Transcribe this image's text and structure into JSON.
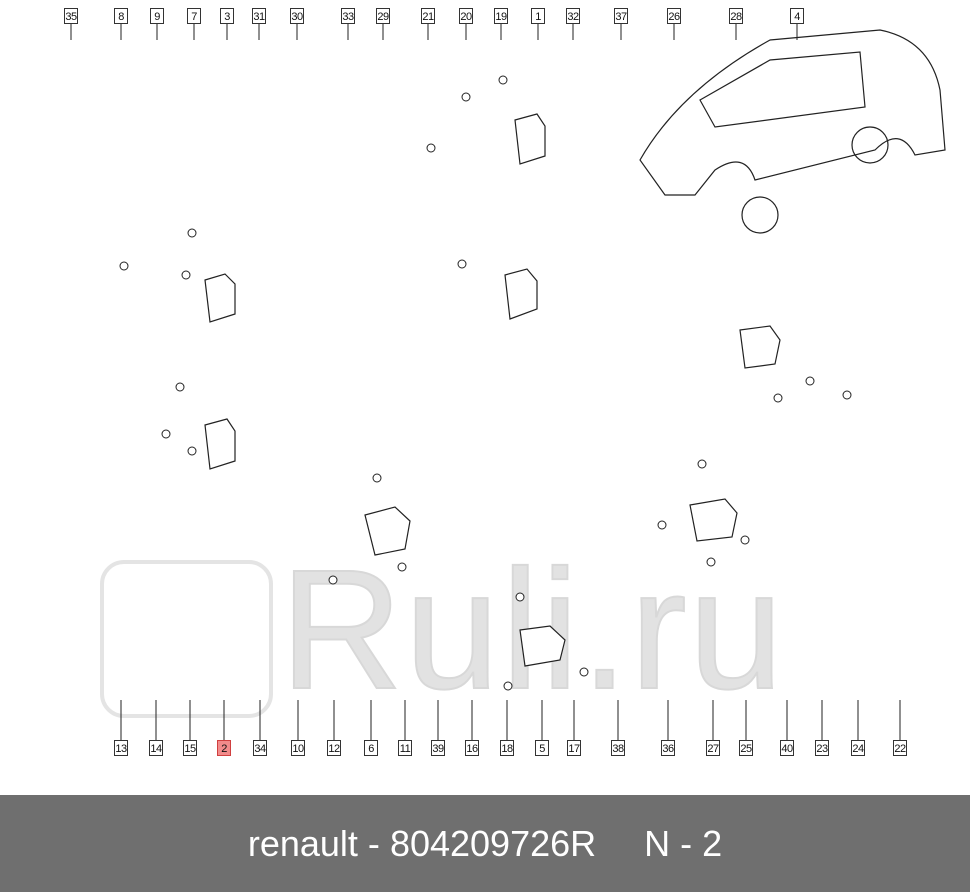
{
  "diagram": {
    "top_callouts": [
      "35",
      "8",
      "9",
      "7",
      "3",
      "31",
      "30",
      "33",
      "29",
      "21",
      "20",
      "19",
      "1",
      "32",
      "37",
      "26",
      "28",
      "4"
    ],
    "bottom_callouts": [
      "13",
      "14",
      "15",
      "2",
      "34",
      "10",
      "12",
      "6",
      "11",
      "39",
      "16",
      "18",
      "5",
      "17",
      "38",
      "36",
      "27",
      "25",
      "40",
      "23",
      "24",
      "22"
    ],
    "highlighted_callout": "2",
    "highlight_color": "#f28b8b"
  },
  "watermark": {
    "text": "Ruli.ru"
  },
  "footer": {
    "brand": "renault",
    "separator": "-",
    "part_number": "804209726R",
    "position_label": "N - 2",
    "background": "#6f6f6f"
  }
}
